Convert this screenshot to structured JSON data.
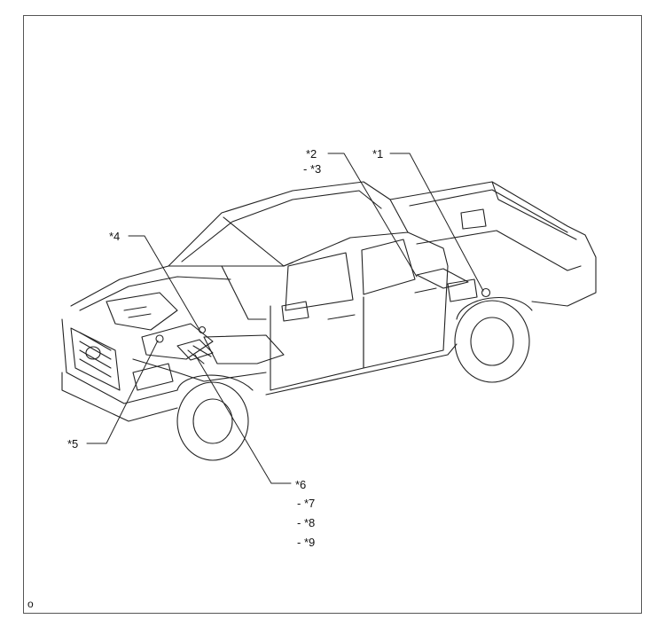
{
  "callouts": {
    "c1": "*1",
    "c2": "*2",
    "c3": "- *3",
    "c4": "*4",
    "c5": "*5",
    "c6": "*6",
    "c7": "- *7",
    "c8": "- *8",
    "c9": "- *9"
  },
  "corner_text": "o",
  "colors": {
    "line": "#222222",
    "frame": "#555555"
  }
}
